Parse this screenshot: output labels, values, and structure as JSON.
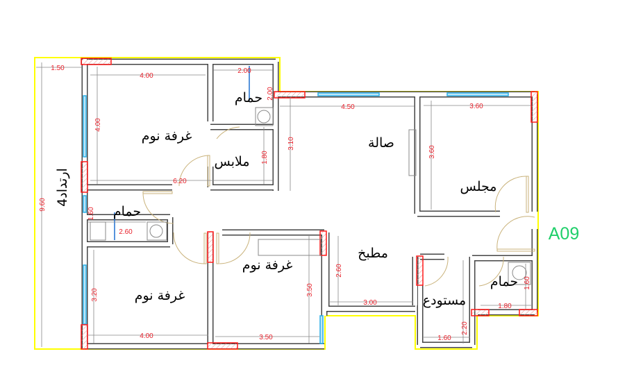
{
  "plan": {
    "unit_code": "A09",
    "setback_label": "ارتداد4",
    "colors": {
      "boundary": "#ffff00",
      "wall": "#444444",
      "window": "#29aee6",
      "column": "#ff1a1a",
      "door": "#c9b27a",
      "dimension": "#e8202a",
      "unit_code": "#1fcf6a"
    },
    "rooms": {
      "bedroom_master": "غرفة نوم",
      "dressing": "ملابس",
      "bath_master": "حمام",
      "hall": "صالة",
      "majlis": "مجلس",
      "bath_left": "حمام",
      "bedroom_middle": "غرفة نوم",
      "bedroom_left": "غرفة نوم",
      "kitchen": "مطبخ",
      "storage": "مستودع",
      "bath_right": "حمام"
    },
    "dimensions": {
      "setback_top": "1.50",
      "master_width": "4.00",
      "master_bath_width": "2.00",
      "master_bath_depth": "2.00",
      "master_depth": "4.00",
      "dressing_depth": "1.80",
      "master_total": "6.20",
      "hall_depth": "3.10",
      "hall_width": "4.50",
      "majlis_width": "3.60",
      "majlis_depth": "3.60",
      "total_depth": "9.60",
      "bath_left_depth": "1.60",
      "bath_left_width": "2.60",
      "bedroom_left_depth": "3.20",
      "bedroom_left_width": "4.00",
      "bedroom_middle_depth": "3.50",
      "bedroom_middle_width": "3.50",
      "kitchen_depth": "2.60",
      "kitchen_width": "3.00",
      "storage_depth": "2.20",
      "storage_width": "1.60",
      "bath_right_depth": "1.60",
      "bath_right_width": "1.80"
    }
  }
}
